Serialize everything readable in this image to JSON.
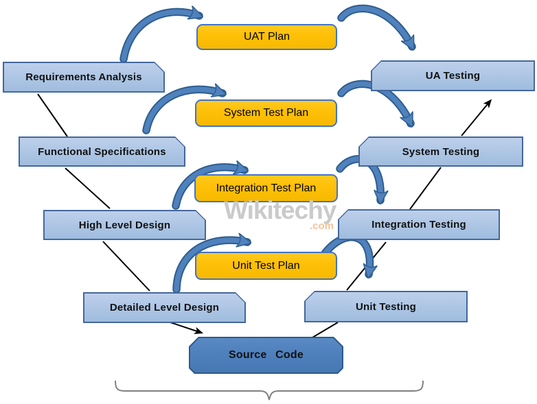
{
  "watermark": {
    "brand": "Wikitechy",
    "suffix": ".com"
  },
  "colors": {
    "stage_fill_top": "#bdd0eb",
    "stage_fill_bottom": "#9fbcde",
    "stage_border": "#44679c",
    "plan_fill": "#ffc008",
    "plan_border": "#4472c4",
    "source_fill": "#4e80bd",
    "source_border": "#2f5a8b",
    "arrow_fill": "#4f81bd",
    "arrow_outline": "#2e5d8e",
    "line": "#000000",
    "brace": "#808080",
    "watermark_gray": "#cacaca",
    "watermark_accent": "#f2c4a0"
  },
  "stages": {
    "left": [
      {
        "label": "Requirements Analysis"
      },
      {
        "label": "Functional Specifications"
      },
      {
        "label": "High Level Design"
      },
      {
        "label": "Detailed Level Design"
      }
    ],
    "plans": [
      {
        "label": "UAT Plan"
      },
      {
        "label": "System Test Plan"
      },
      {
        "label": "Integration Test Plan"
      },
      {
        "label": "Unit Test Plan"
      }
    ],
    "right": [
      {
        "label": "UA Testing"
      },
      {
        "label": "System Testing"
      },
      {
        "label": "Integration Testing"
      },
      {
        "label": "Unit Testing"
      }
    ],
    "bottom": {
      "label": "Source Code"
    }
  }
}
